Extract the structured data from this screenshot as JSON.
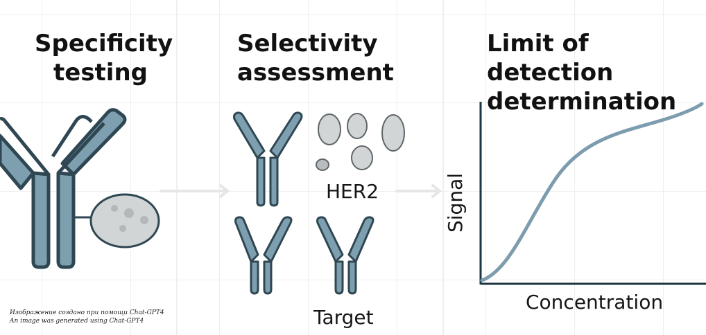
{
  "panels": [
    {
      "title_line1": "Specificity",
      "title_line2": "testing"
    },
    {
      "title_line1": "Selectivity",
      "title_line2": "assessment"
    },
    {
      "title_line1": "Limit of detection",
      "title_line2": "determination"
    }
  ],
  "labels": {
    "her2": "HER2",
    "target": "Target"
  },
  "chart": {
    "xlabel": "Concentration",
    "ylabel": "Signal"
  },
  "credit": {
    "ru": "Изображение создано при помощи Chat-GPT4",
    "en": "An image was generated using Chat-GPT4"
  },
  "colors": {
    "antibody_fill": "#7e9fb0",
    "antibody_stroke": "#2f4752",
    "cell_fill": "#d2d5d6",
    "curve": "#7d9cae",
    "axis": "#1b3542"
  }
}
